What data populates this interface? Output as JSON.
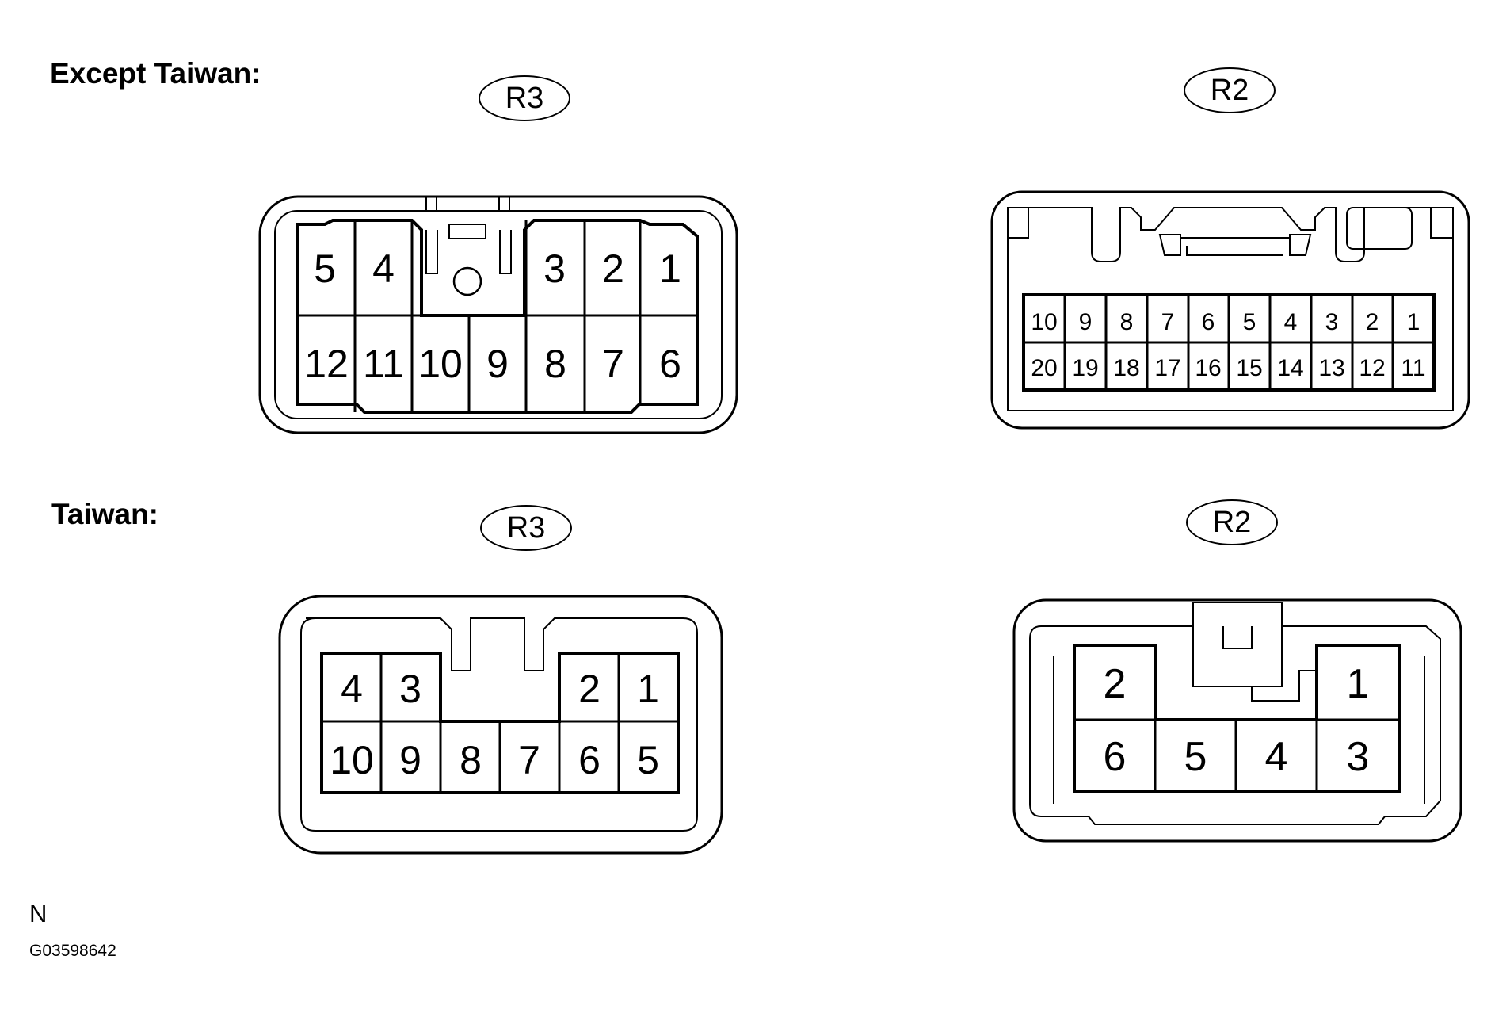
{
  "sections": [
    {
      "title": "Except Taiwan:"
    },
    {
      "title": "Taiwan:"
    }
  ],
  "connectors": {
    "except_r3": {
      "tag": "R3",
      "top_row": [
        "5",
        "4",
        "3",
        "2",
        "1"
      ],
      "bottom_row": [
        "12",
        "11",
        "10",
        "9",
        "8",
        "7",
        "6"
      ]
    },
    "except_r2": {
      "tag": "R2",
      "top_row": [
        "10",
        "9",
        "8",
        "7",
        "6",
        "5",
        "4",
        "3",
        "2",
        "1"
      ],
      "bottom_row": [
        "20",
        "19",
        "18",
        "17",
        "16",
        "15",
        "14",
        "13",
        "12",
        "11"
      ]
    },
    "taiwan_r3": {
      "tag": "R3",
      "top_row": [
        "4",
        "3",
        "2",
        "1"
      ],
      "bottom_row": [
        "10",
        "9",
        "8",
        "7",
        "6",
        "5"
      ]
    },
    "taiwan_r2": {
      "tag": "R2",
      "top_row": [
        "2",
        "1"
      ],
      "bottom_row": [
        "6",
        "5",
        "4",
        "3"
      ]
    }
  },
  "footer": {
    "letter": "N",
    "code": "G03598642"
  }
}
